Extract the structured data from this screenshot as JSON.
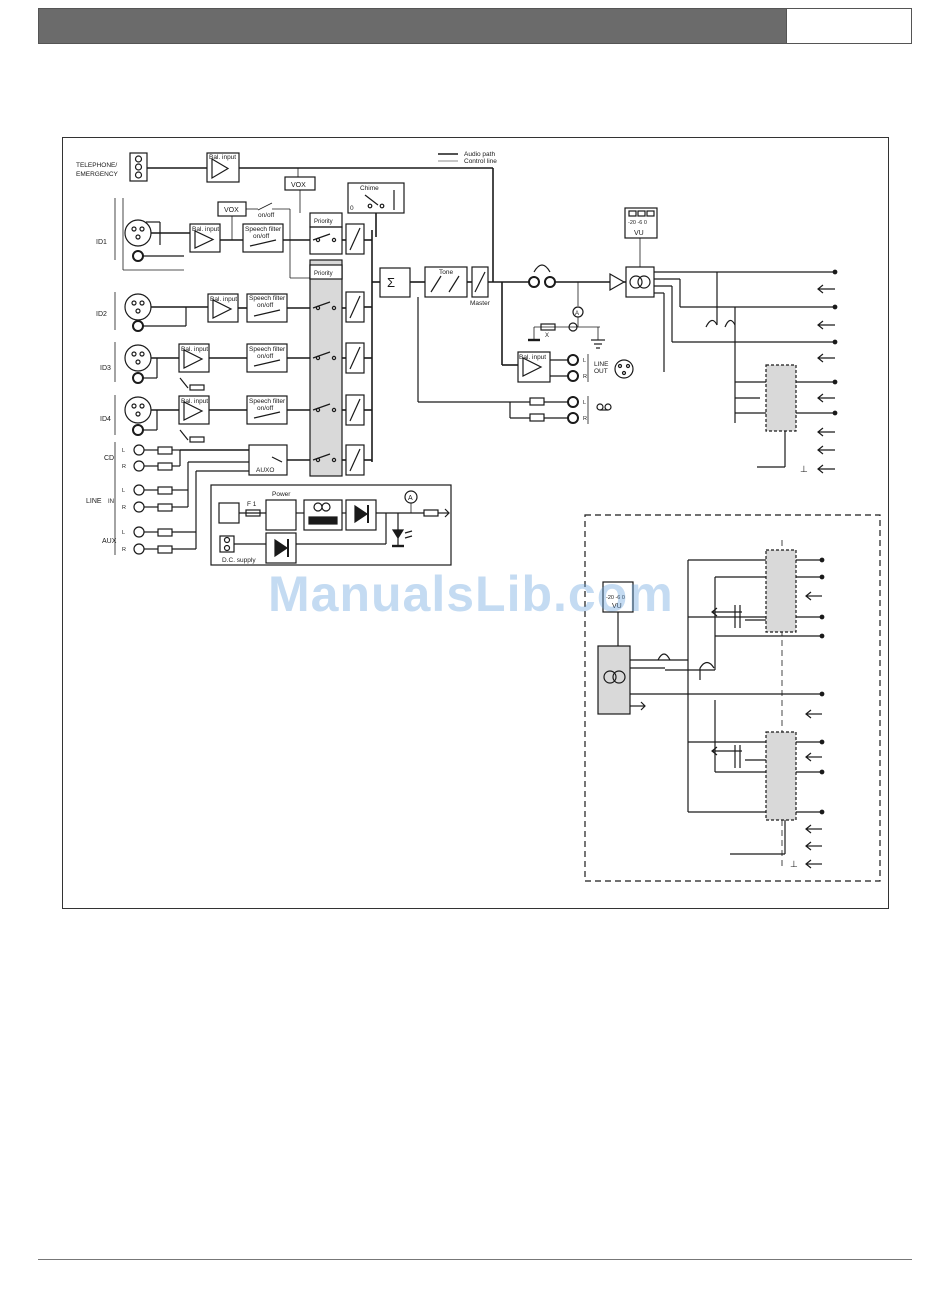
{
  "legend": {
    "audio_path": "Audio path",
    "control_line": "Control line"
  },
  "labels": {
    "telephone": "TELEPHONE/",
    "emergency": "EMERGENCY",
    "id1": "ID1",
    "id2": "ID2",
    "id3": "ID3",
    "id4": "ID4",
    "cd": "CD",
    "line": "LINE",
    "in": "IN",
    "aux": "AUX",
    "l": "L",
    "r": "R",
    "bal_input": "Bal. input",
    "vox": "VOX",
    "on_off": "on/off",
    "speech_filter": "Speech filter",
    "priority": "Priority",
    "chime": "Chime",
    "sigma": "Σ",
    "tone": "Tone",
    "master": "Master",
    "vu": "VU",
    "vu_scale": "-20 -6  0",
    "line_out_1": "LINE",
    "line_out_2": "OUT",
    "auxo": "AUXO",
    "power": "Power",
    "f1": "F 1",
    "dc_supply": "D.C. supply",
    "ammeter": "A",
    "x": "X",
    "ground_symbol": "⊥",
    "zero": "0"
  },
  "watermark": "ManualsLib.com",
  "colors": {
    "header": "#6b6b6b",
    "shade": "#d9d9d9",
    "line": "#1a1a1a",
    "watermark": "#64a0dc"
  }
}
